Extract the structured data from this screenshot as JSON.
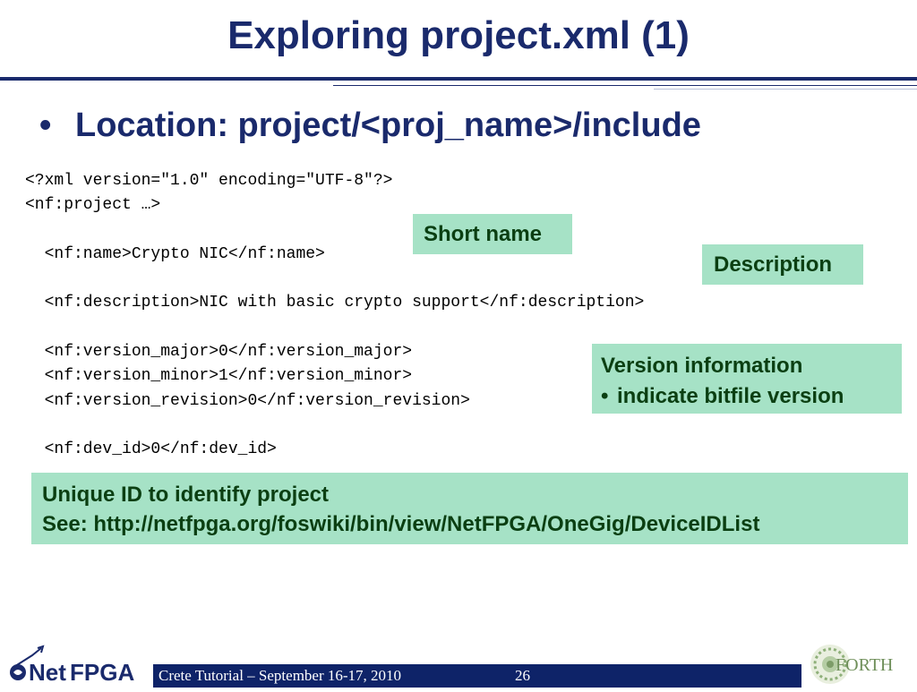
{
  "slide": {
    "title": "Exploring project.xml (1)",
    "bullet_marker": "•",
    "bullet_text": "Location: project/<proj_name>/include"
  },
  "code": {
    "lines": [
      "<?xml version=\"1.0\" encoding=\"UTF-8\"?>",
      "<nf:project …>",
      "",
      "  <nf:name>Crypto NIC</nf:name>",
      "",
      "  <nf:description>NIC with basic crypto support</nf:description>",
      "",
      "  <nf:version_major>0</nf:version_major>",
      "  <nf:version_minor>1</nf:version_minor>",
      "  <nf:version_revision>0</nf:version_revision>",
      "",
      "  <nf:dev_id>0</nf:dev_id>"
    ]
  },
  "callouts": {
    "short_name": "Short name",
    "description": "Description",
    "version_title": "Version information",
    "version_bullet_marker": "•",
    "version_bullet": "indicate bitfile version",
    "unique_line1": "Unique ID to identify project",
    "unique_line2": "See: http://netfpga.org/foswiki/bin/view/NetFPGA/OneGig/DeviceIDList"
  },
  "footer": {
    "text": "Crete Tutorial – September 16-17, 2010",
    "page_number": "26"
  },
  "logos": {
    "netfpga_net": "Net",
    "netfpga_fpga": "FPGA",
    "forth": "FORTH"
  },
  "colors": {
    "title_blue": "#1a2a6c",
    "callout_green": "#a6e2c6",
    "callout_text": "#0b3f12",
    "footer_bar": "#0e2368"
  }
}
